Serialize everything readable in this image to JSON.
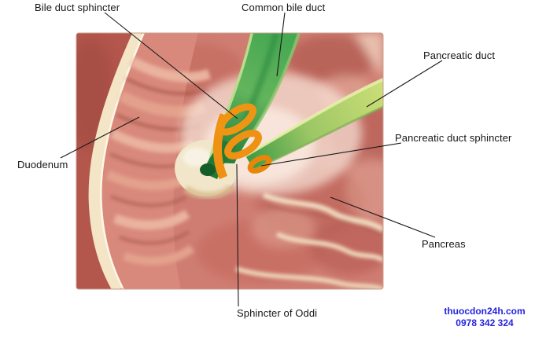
{
  "figure": {
    "type": "anatomical-diagram",
    "subject": "Sphincter of Oddi and biliary/pancreatic duct anatomy at the duodenum",
    "labels": [
      {
        "id": "bile-duct-sphincter",
        "text": "Bile duct sphincter"
      },
      {
        "id": "common-bile-duct",
        "text": "Common bile duct"
      },
      {
        "id": "pancreatic-duct",
        "text": "Pancreatic duct"
      },
      {
        "id": "pancreatic-duct-sphincter",
        "text": "Pancreatic duct sphincter"
      },
      {
        "id": "duodenum",
        "text": "Duodenum"
      },
      {
        "id": "pancreas",
        "text": "Pancreas"
      },
      {
        "id": "sphincter-of-oddi",
        "text": "Sphincter of Oddi"
      }
    ],
    "colors": {
      "bile_duct_green": "#46a852",
      "pancreatic_duct_green": "#c9dd76",
      "sphincter_orange": "#ef9113",
      "tissue_red": "#cf7d72",
      "duodenum_wall_cream": "#f3e5c6",
      "leader_line": "#1a1a1a"
    }
  },
  "watermark": {
    "line1": "thuocdon24h.com",
    "line2": "0978 342 324",
    "color": "#2424e0"
  }
}
